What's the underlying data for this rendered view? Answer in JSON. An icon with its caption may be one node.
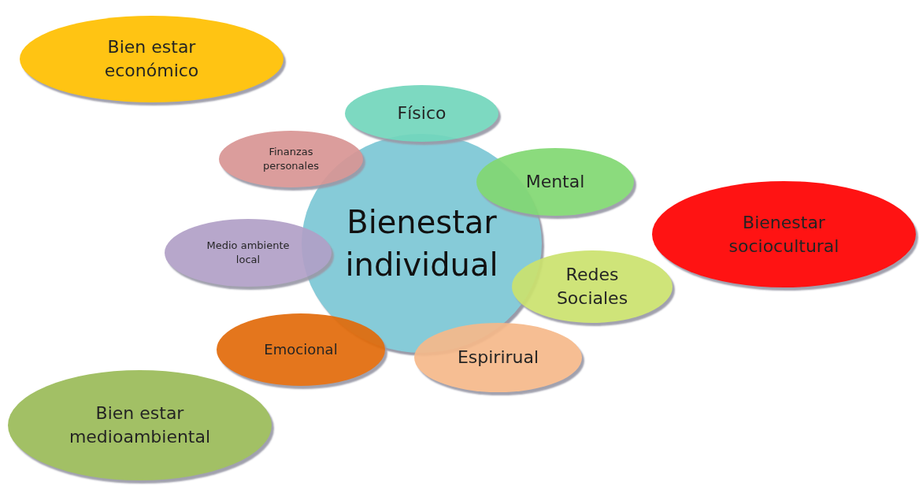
{
  "diagram": {
    "nodes": [
      {
        "text": [
          "Bien estar económico"
        ]
      },
      {
        "text": [
          "Físico"
        ]
      },
      {
        "text": [
          "Finanzas personales"
        ]
      },
      {
        "text": [
          "Mental"
        ]
      },
      {
        "text": [
          "Bienestar individual"
        ]
      },
      {
        "text": [
          "Bienestar sociocultural"
        ]
      },
      {
        "text": [
          "Medio ambiente local"
        ]
      },
      {
        "text": [
          "Redes Sociales"
        ]
      },
      {
        "text": [
          "Emocional"
        ]
      },
      {
        "text": [
          "Espirirual"
        ]
      },
      {
        "text": [
          "Bien estar medioambiental"
        ]
      }
    ]
  }
}
